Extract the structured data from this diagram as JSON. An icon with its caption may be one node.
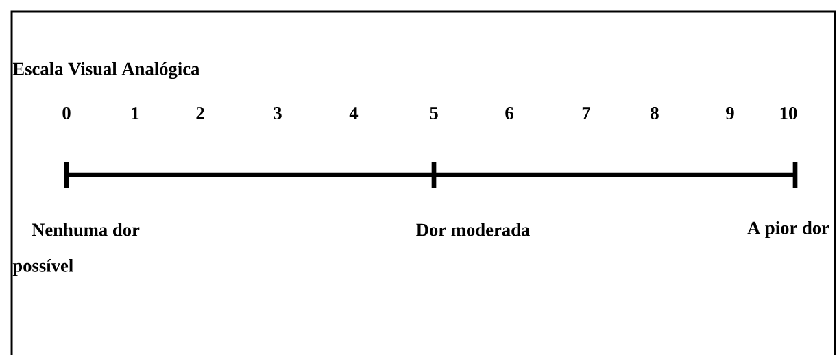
{
  "diagram": {
    "title": "Escala Visual Analógica",
    "labels": [
      "0",
      "1",
      "2",
      "3",
      "4",
      "5",
      "6",
      "7",
      "8",
      "9",
      "10",
      "Nenhuma dor",
      "Dor moderada",
      "A pior dor",
      "possível"
    ]
  }
}
